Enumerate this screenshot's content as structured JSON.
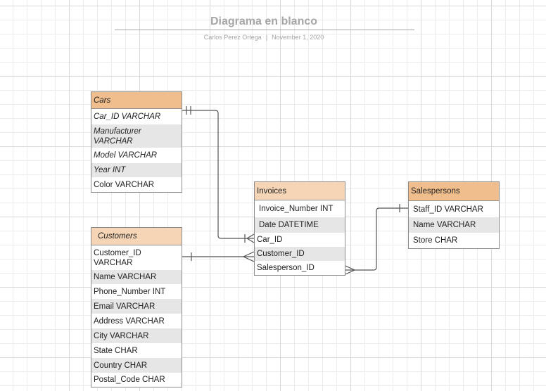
{
  "diagram": {
    "title": "Diagrama en blanco",
    "author": "Carlos Perez Ortega",
    "separator": "|",
    "date": "November 1, 2020"
  },
  "colors": {
    "header_dark": "#f0bd8c",
    "header_light": "#f5d5b6",
    "line": "#555555",
    "border": "#8c8c8c"
  },
  "entities": {
    "cars": {
      "name": "Cars",
      "fields": [
        "Car_ID VARCHAR",
        "Manufacturer VARCHAR",
        "Model VARCHAR",
        "Year INT",
        "Color VARCHAR"
      ]
    },
    "customers": {
      "name": "Customers",
      "fields": [
        "Customer_ID VARCHAR",
        "Name VARCHAR",
        "Phone_Number INT",
        "Email VARCHAR",
        "Address VARCHAR",
        "City VARCHAR",
        "State CHAR",
        "Country CHAR",
        "Postal_Code CHAR"
      ]
    },
    "invoices": {
      "name": "Invoices",
      "fields": [
        "Invoice_Number INT",
        "Date DATETIME",
        "Car_ID",
        "Customer_ID",
        "Salesperson_ID"
      ]
    },
    "salespersons": {
      "name": "Salespersons",
      "fields": [
        "Staff_ID VARCHAR",
        "Name VARCHAR",
        "Store CHAR"
      ]
    }
  },
  "relationships": [
    {
      "from": "Cars.Car_ID",
      "to": "Invoices.Car_ID",
      "from_end": "one-and-only-one",
      "to_end": "one-or-many"
    },
    {
      "from": "Customers.Customer_ID",
      "to": "Invoices.Customer_ID",
      "from_end": "one",
      "to_end": "many"
    },
    {
      "from": "Salespersons.Staff_ID",
      "to": "Invoices.Salesperson_ID",
      "from_end": "one",
      "to_end": "many"
    }
  ]
}
